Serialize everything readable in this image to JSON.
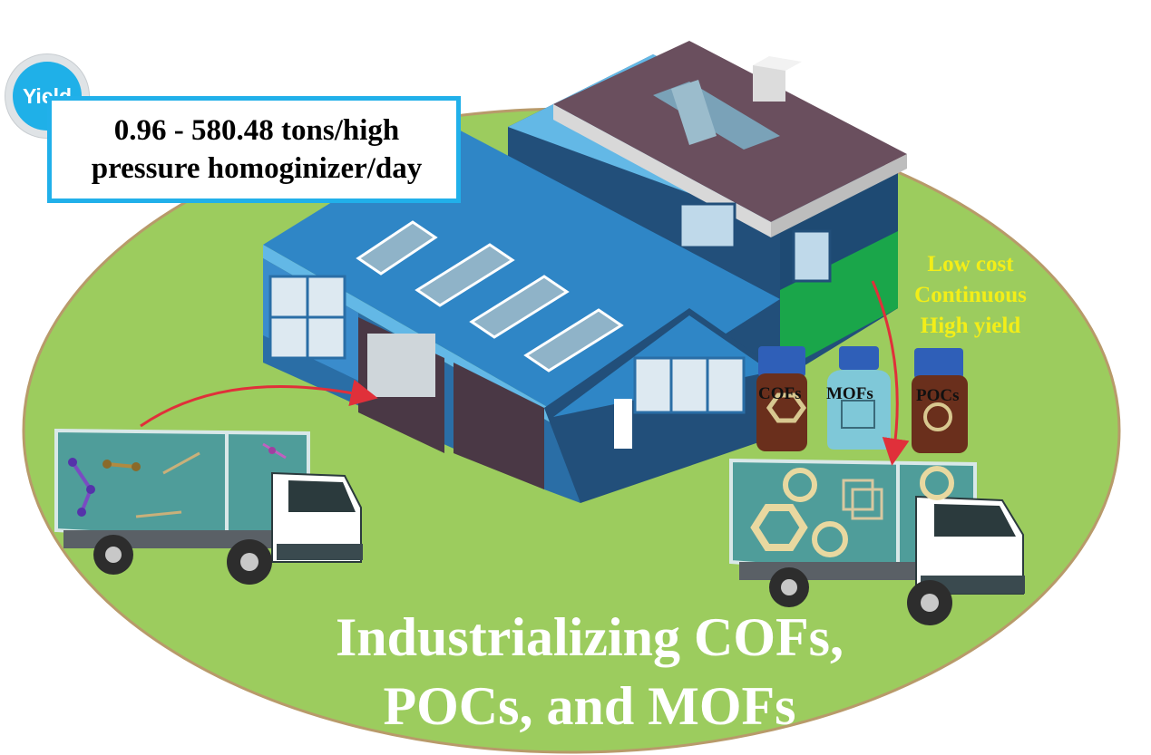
{
  "yield": {
    "badge_label": "Yield",
    "range_text": "0.96 - 580.48 tons/high",
    "range_text_line2": "pressure homoginizer/day"
  },
  "benefits": [
    "Low cost",
    "Continuous",
    "High yield"
  ],
  "jars": [
    {
      "label": "COFs",
      "color": "#6a2f1c"
    },
    {
      "label": "MOFs",
      "color": "#7fc8d8"
    },
    {
      "label": "POCs",
      "color": "#6a2f1c"
    }
  ],
  "title": {
    "line1": "Industrializing COFs,",
    "line2": "POCs, and MOFs"
  },
  "colors": {
    "ground": "#9ccc5e",
    "roof_blue": "#2f86c6",
    "wall_dark": "#224f7a",
    "truck_box": "#4f9d9a",
    "accent_cyan": "#21b0ea",
    "arrow_red": "#e0303a",
    "benefit_yellow": "#f3ee18"
  },
  "icons": [
    "factory-icon",
    "truck-icon",
    "jar-icon",
    "molecule-icon",
    "arrow-icon"
  ]
}
